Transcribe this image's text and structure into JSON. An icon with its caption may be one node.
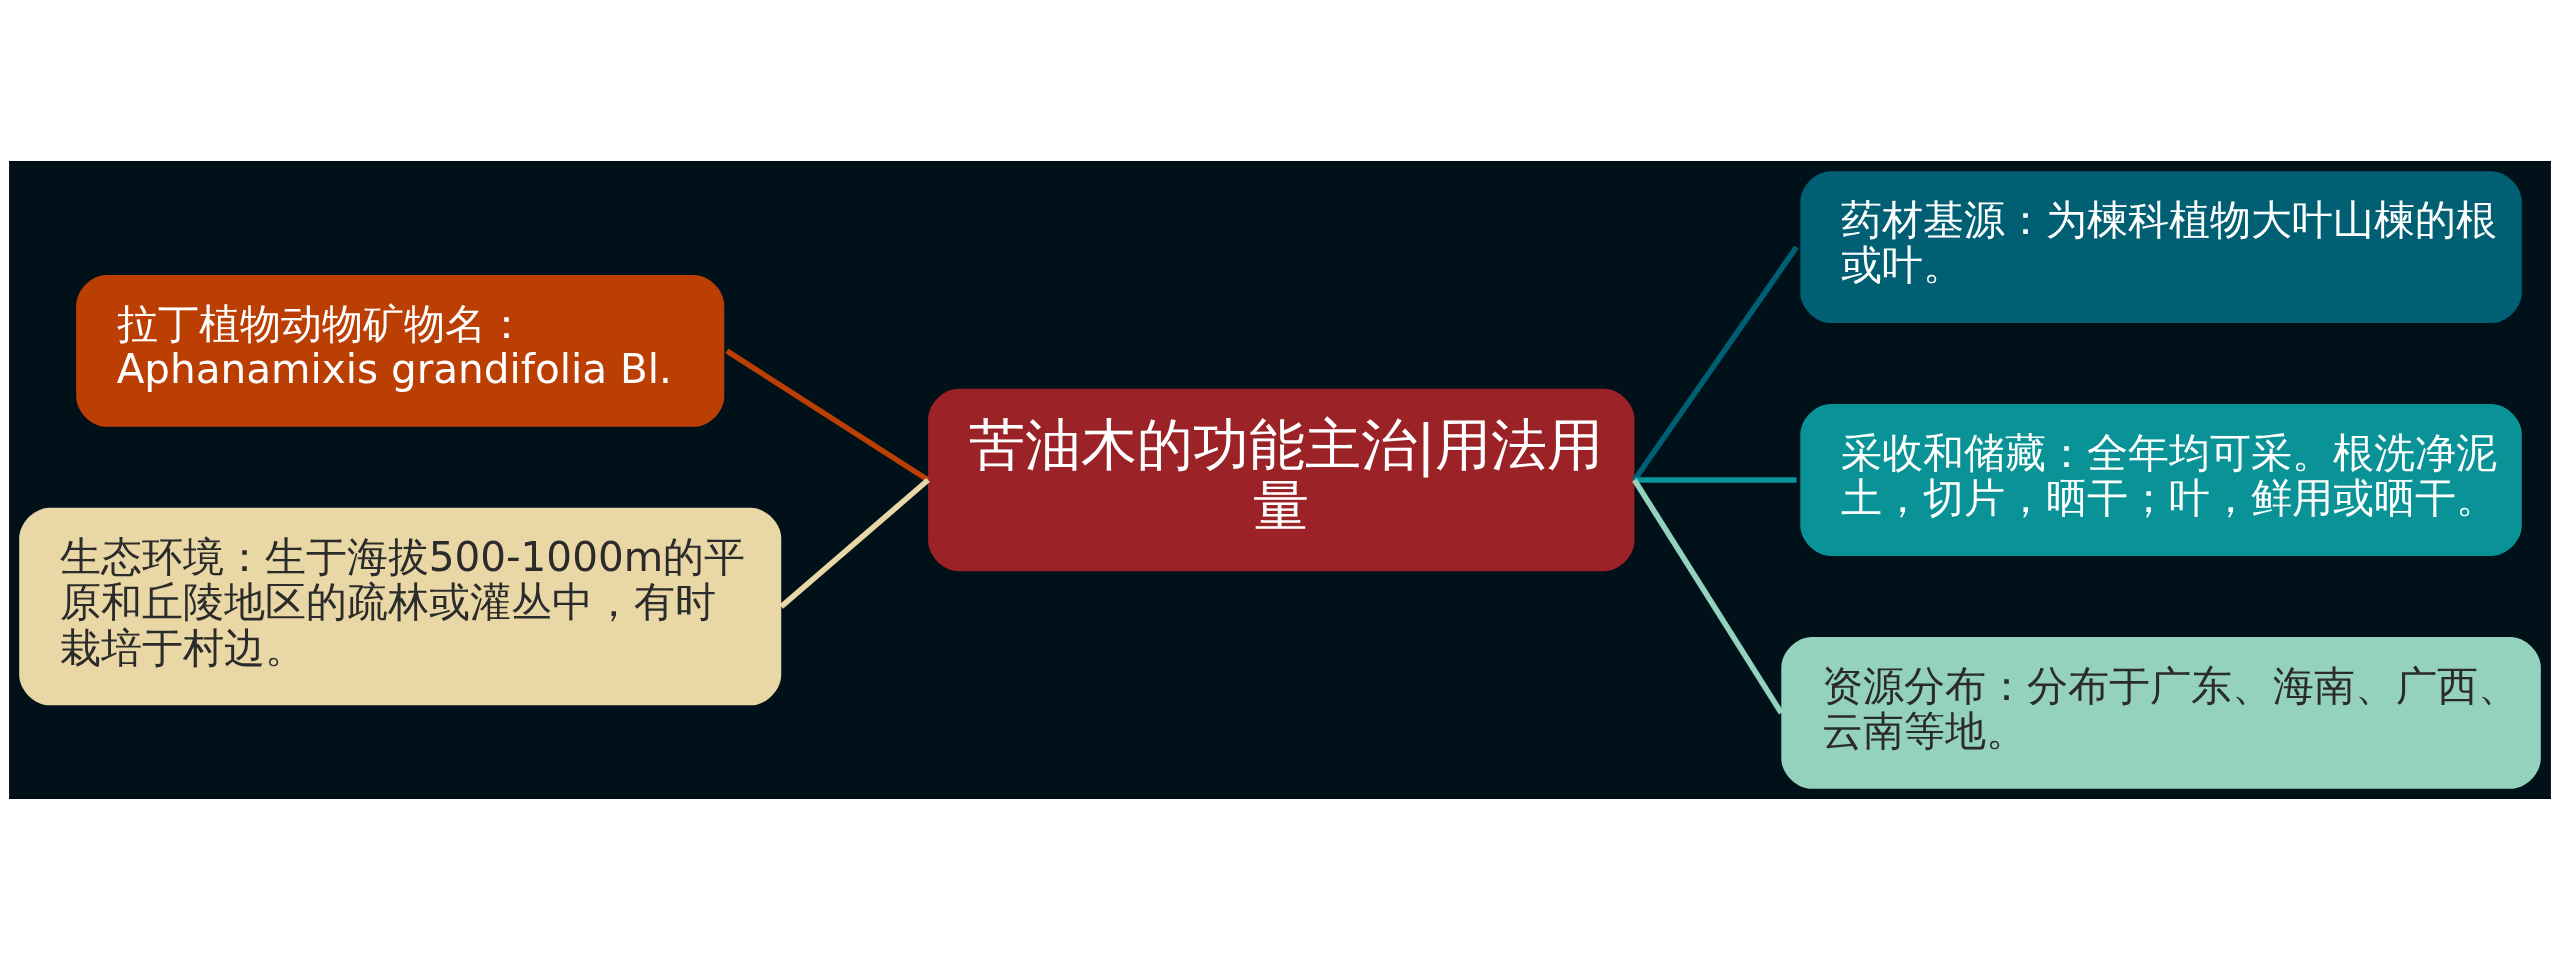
{
  "diagram": {
    "nodes": [
      {
        "text": [
          "苦油木的功能主治|用法用量"
        ]
      },
      {
        "text": [
          "拉丁植物动物矿物名：Aphanamixis grandifolia Bl."
        ]
      },
      {
        "text": [
          "生态环境：生于海拔500-1000m的平原和丘陵地区的疏林或灌丛中，有时栽培于村边。"
        ]
      },
      {
        "text": [
          "药材基源：为楝科植物大叶山楝的根或叶。"
        ]
      },
      {
        "text": [
          "采收和储藏：全年均可采。根洗净泥土，切片，晒干；叶，鲜用或晒干。"
        ]
      },
      {
        "text": [
          "资源分布：分布于广东、海南、广西、云南等地。"
        ]
      }
    ],
    "edges": [
      {
        "from": 0,
        "to": 1,
        "arrow": "none",
        "color": "#bb3e03"
      },
      {
        "from": 0,
        "to": 2,
        "arrow": "none",
        "color": "#e9d8a6"
      },
      {
        "from": 0,
        "to": 3,
        "arrow": "none",
        "color": "#005f73"
      },
      {
        "from": 0,
        "to": 4,
        "arrow": "none",
        "color": "#0a9396"
      },
      {
        "from": 0,
        "to": 5,
        "arrow": "none",
        "color": "#94d2bd"
      }
    ]
  }
}
